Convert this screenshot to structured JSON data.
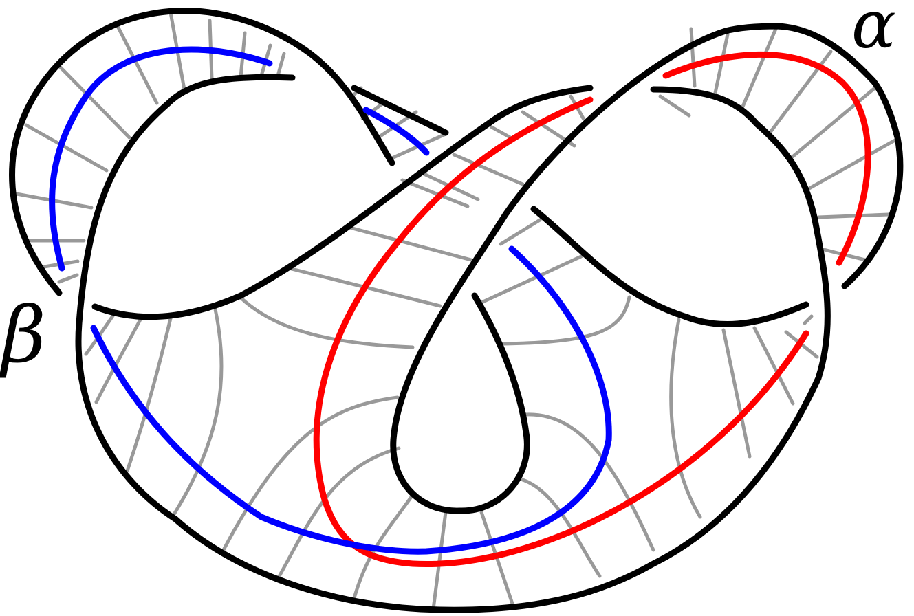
{
  "diagram": {
    "labels": {
      "alpha": "α",
      "beta": "β"
    },
    "colors": {
      "knot": "#000000",
      "ruling": "#999999",
      "alpha_curve": "#ff0000",
      "beta_curve": "#0000ff",
      "background": "#ffffff"
    },
    "knot_strands": [
      "M 86 426 C 30 360, 10 290, 20 220 C 35 130, 110 40, 220 20 C 300 5, 380 30, 440 70 C 500 110, 530 170, 570 237",
      "M 425 113 C 340 110, 280 115, 245 150 C 230 163, 215 178, 205 190 C 150 255, 125 340, 115 470 C 105 600, 170 700, 255 755 C 350 840, 500 885, 640 887 C 790 890, 880 860, 950 820 C 1050 770, 1130 680, 1190 550 C 1215 470, 1200 400, 1185 320 C 1170 250, 1140 215, 1100 180 C 1070 145, 1030 130, 950 130",
      "M 1228 416 C 1290 360, 1320 280, 1305 200 C 1295 160, 1280 130, 1270 118 C 1230 75, 1185 40, 1130 38 C 1100 38, 1075 40, 1055 45 C 960 75, 820 190, 735 312 C 680 400, 580 530, 572 640 C 568 700, 610 745, 668 743 C 730 745, 775 690, 765 630 C 755 555, 720 480, 690 430",
      "M 515 128 L 648 193",
      "M 858 128 C 800 135, 750 150, 710 180 C 600 255, 480 360, 350 430 C 270 465, 200 470, 138 446",
      "M 776 304 C 840 355, 900 430, 995 460 C 1060 485, 1120 465, 1172 443"
    ],
    "ruling_lines": [
      "M 172 40 L 228 150",
      "M 248 18 L 268 130",
      "M 305 30 L 308 115",
      "M 356 48 L 350 112",
      "M 393 66 L 380 110",
      "M 413 78 L 404 110",
      "M 88 98 L 188 200",
      "M 38 182 L 155 248",
      "M 24 282 L 133 302",
      "M 42 350 L 122 350",
      "M 64 388 L 113 380",
      "M 86 410 L 112 400",
      "M 510 142 L 525 128",
      "M 527 172 L 560 148",
      "M 550 200 L 605 163",
      "M 570 230 L 648 195",
      "M 1005 42 L 1010 125",
      "M 1058 50 L 1040 135",
      "M 1128 42 L 1080 155",
      "M 1208 75 L 1118 195",
      "M 1272 128 L 1150 230",
      "M 1305 202 L 1175 275",
      "M 1292 312 L 1190 316",
      "M 1258 378 L 1198 363",
      "M 960 140 L 1002 168",
      "M 830 140 L 848 172",
      "M 760 163 L 835 212",
      "M 715 185 L 742 200",
      "M 660 225 L 760 268",
      "M 610 250 L 695 290",
      "M 585 262 L 680 300",
      "M 505 330 L 685 378",
      "M 420 390 L 640 445",
      "M 728 355 L 785 320",
      "M 700 440 L 845 373",
      "M 1143 483 L 1188 519",
      "M 1180 460 L 1170 470",
      "M 1097 477 L 1153 587",
      "M 1052 480 L 1090 664",
      "M 987 465 C 965 580, 975 680, 1018 752",
      "M 915 432 C 905 480, 870 498, 730 500",
      "M 350 433 C 400 480, 480 500, 600 505",
      "M 312 445 C 335 550, 320 640, 253 748",
      "M 248 463 C 220 580, 200 640, 185 685",
      "M 205 463 C 180 510, 160 545, 140 585",
      "M 165 458 C 150 480, 140 495, 125 515",
      "M 578 578 C 490 590, 420 620, 325 800",
      "M 580 652 C 480 680, 450 760, 405 840",
      "M 600 720 C 565 770, 535 800, 515 870",
      "M 648 745 L 630 886",
      "M 700 745 L 745 878",
      "M 760 698 C 810 715, 840 790, 872 838",
      "M 765 603 C 850 600, 900 690, 950 800"
    ],
    "alpha_curve": [
      "M 968 110 C 1050 75, 1160 60, 1225 120 C 1280 175, 1270 290, 1220 382",
      "M 858 145 C 750 190, 660 250, 580 350 C 480 470, 440 600, 470 720 C 490 790, 530 815, 600 820 C 780 830, 1040 700, 1172 485"
    ],
    "beta_curve": [
      "M 392 92 C 300 60, 180 60, 125 140 C 70 220, 65 300, 90 390",
      "M 532 160 C 570 180, 600 200, 620 222",
      "M 744 362 C 820 430, 890 540, 885 640 C 870 720, 800 790, 620 802 C 560 804, 470 790, 380 752 C 270 680, 190 590, 136 477"
    ]
  }
}
